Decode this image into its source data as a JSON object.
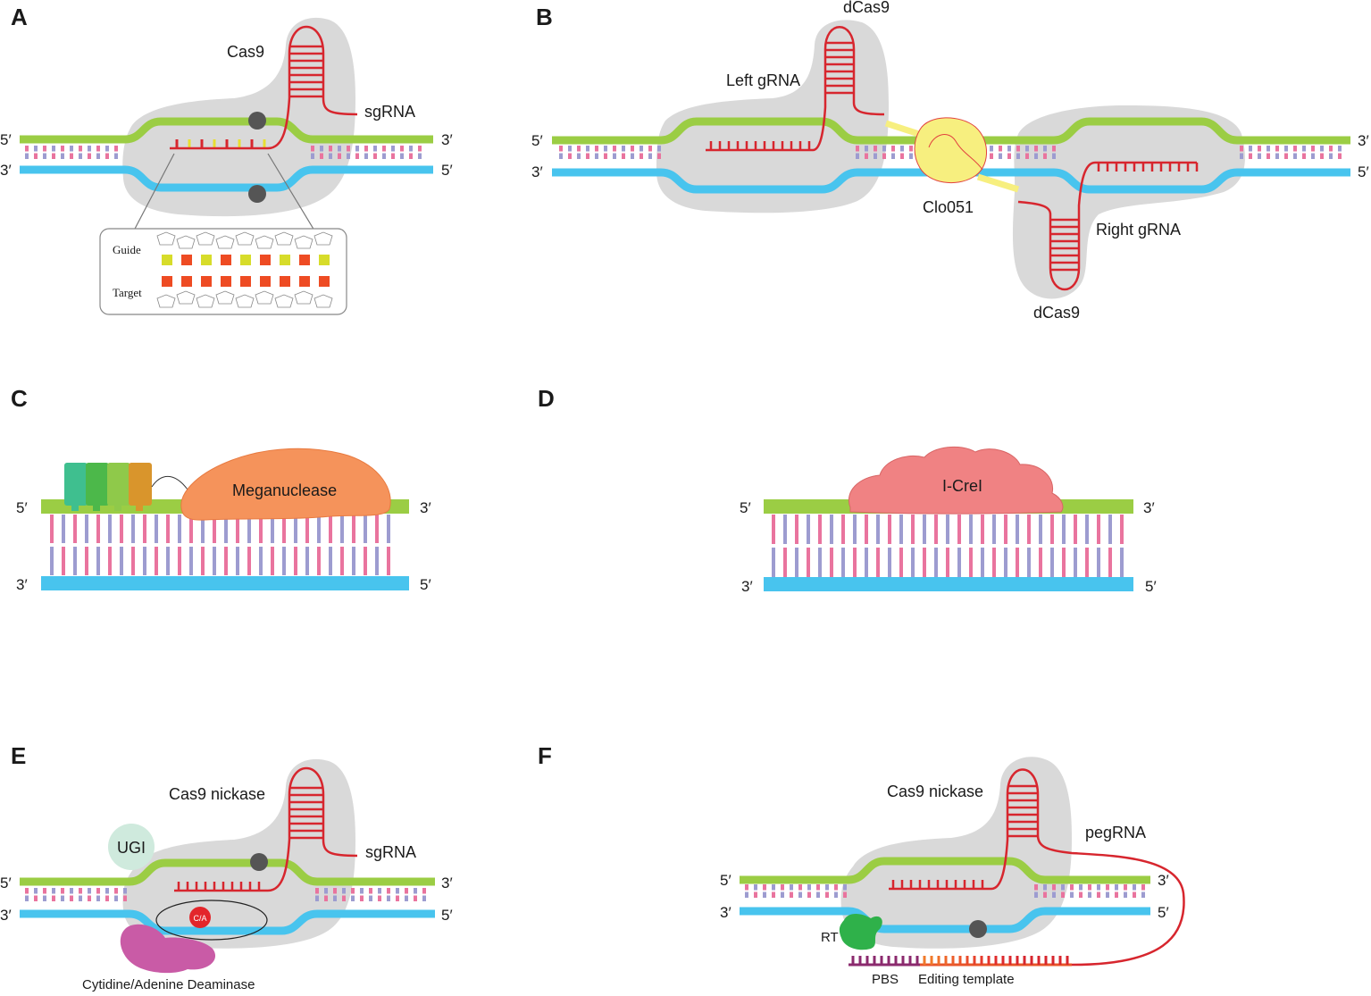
{
  "panels": {
    "A": {
      "letter": "A",
      "protein": "Cas9",
      "rna": "sgRNA",
      "inset_guide": "Guide",
      "inset_target": "Target",
      "top_left": "5′",
      "top_right": "3′",
      "bottom_left": "3′",
      "bottom_right": "5′"
    },
    "B": {
      "letter": "B",
      "protein_top": "dCas9",
      "protein_bottom": "dCas9",
      "left_rna": "Left gRNA",
      "right_rna": "Right gRNA",
      "nuclease": "Clo051",
      "top_left": "5′",
      "top_right": "3′",
      "bottom_left": "3′",
      "bottom_right": "5′"
    },
    "C": {
      "letter": "C",
      "enzyme": "Meganuclease",
      "top_left": "5′",
      "top_right": "3′",
      "bottom_left": "3′",
      "bottom_right": "5′"
    },
    "D": {
      "letter": "D",
      "enzyme": "I-CreI",
      "top_left": "5′",
      "top_right": "3′",
      "bottom_left": "3′",
      "bottom_right": "5′"
    },
    "E": {
      "letter": "E",
      "protein": "Cas9 nickase",
      "rna": "sgRNA",
      "ugi": "UGI",
      "base": "C/A",
      "deaminase": "Cytidine/Adenine Deaminase",
      "top_left": "5′",
      "top_right": "3′",
      "bottom_left": "3′",
      "bottom_right": "5′"
    },
    "F": {
      "letter": "F",
      "protein": "Cas9 nickase",
      "rna": "pegRNA",
      "rt": "RT",
      "pbs": "PBS",
      "template": "Editing template",
      "top_left": "5′",
      "top_right": "3′",
      "bottom_left": "3′",
      "bottom_right": "5′"
    }
  },
  "colors": {
    "top_strand": "#9bcd44",
    "bottom_strand": "#48c4ee",
    "base_pink": "#e9749e",
    "base_violet": "#9d9cd0",
    "protein_gray": "#d8d8d8",
    "rna_red": "#d7262e",
    "meganuclease": "#f5935b",
    "icrei": "#f08283",
    "clo051": "#f7ef7f",
    "ugi": "#cfeadd",
    "deaminase": "#c95ba6",
    "rt": "#2fb14a",
    "pbs": "#8b2a6e",
    "guide_base": "#d7dc2a",
    "target_base": "#ee4b23"
  }
}
